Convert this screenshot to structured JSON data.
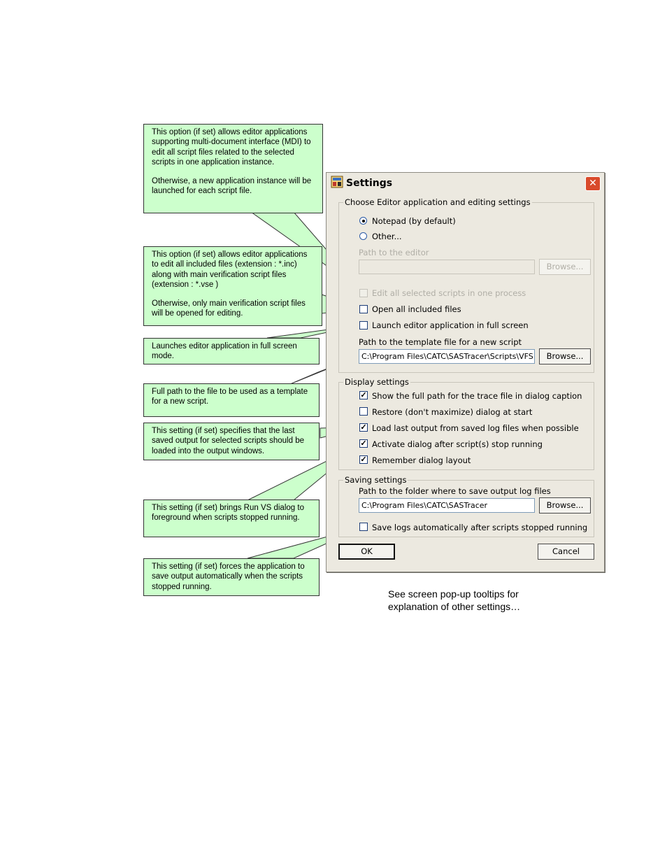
{
  "callouts": {
    "mdi": {
      "p1": "This option (if set) allows editor applications supporting multi-document interface (MDI) to edit all script files related to the selected scripts in one application instance.",
      "p2": "Otherwise, a new application instance will be launched for each script file."
    },
    "included": {
      "p1": "This option (if set) allows editor applications to edit all included files (extension : *.inc) along with main verification script files (extension :  *.vse )",
      "p2": "Otherwise, only main verification script files will be opened for editing."
    },
    "fullscreen": "Launches editor application in full screen mode.",
    "template": "Full path to the file to be used as a template for a new script.",
    "lastoutput": "This setting (if set) specifies that the last saved output for selected scripts should be loaded into the output windows.",
    "activate": "This setting (if set) brings Run VS dialog to foreground when scripts stopped running.",
    "savelogs": "This setting (if set) forces the application to save output automatically when the scripts stopped running."
  },
  "dialog": {
    "title": "Settings",
    "close_glyph": "✕",
    "editor_group": {
      "legend": "Choose Editor application and editing settings",
      "radio_notepad": "Notepad (by default)",
      "radio_other": "Other...",
      "editor_path_label": "Path to the editor",
      "editor_path_value": "",
      "browse_label": "Browse...",
      "edit_all_label": "Edit all selected scripts in one process",
      "open_included_label": "Open all included files",
      "fullscreen_label": "Launch editor application in full screen",
      "template_label": "Path to the template file for a new script",
      "template_value": "C:\\Program Files\\CATC\\SASTracer\\Scripts\\VFS",
      "template_browse": "Browse..."
    },
    "display_group": {
      "legend": "Display settings",
      "items": [
        "Show the full path for the trace file in dialog caption",
        "Restore (don't maximize) dialog at start",
        "Load last output from saved log files when possible",
        "Activate dialog after script(s) stop running",
        "Remember dialog layout"
      ],
      "checked": [
        true,
        false,
        true,
        true,
        true
      ]
    },
    "saving_group": {
      "legend": "Saving settings",
      "folder_label": "Path to the folder where to save output log files",
      "folder_value": "C:\\Program Files\\CATC\\SASTracer",
      "browse_label": "Browse...",
      "save_auto_label": "Save logs automatically after scripts stopped running"
    },
    "ok_label": "OK",
    "cancel_label": "Cancel"
  },
  "footnote": {
    "line1": "See screen pop-up tooltips for",
    "line2": "explanation of other settings…"
  }
}
